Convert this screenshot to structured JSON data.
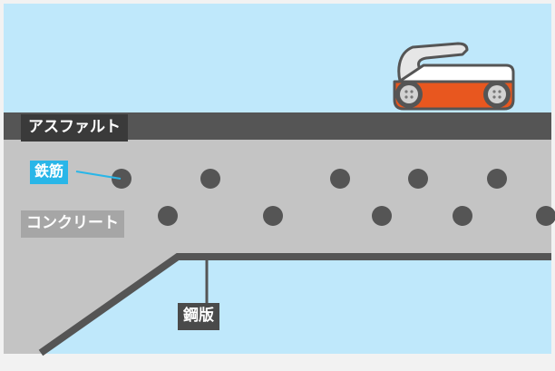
{
  "labels": {
    "asphalt": "アスファルト",
    "rebar": "鉄筋",
    "concrete": "コンクリート",
    "steel_plate": "鋼版"
  },
  "colors": {
    "background": "#f2f2f2",
    "sky": "#bfe8fb",
    "asphalt": "#555555",
    "concrete": "#c4c4c4",
    "rebar": "#555555",
    "steel_plate": "#555555",
    "label_dark_bg": "#3a3a3a",
    "label_light_bg": "#a6a6a6",
    "label_rebar_bg": "#29b6e8",
    "label_text": "#ffffff",
    "radar_body": "#e8571f",
    "radar_frame": "#e6e6e6",
    "radar_wheel": "#c9c9c9"
  },
  "icons": {
    "device": "ground-penetrating-radar-cart-icon"
  }
}
